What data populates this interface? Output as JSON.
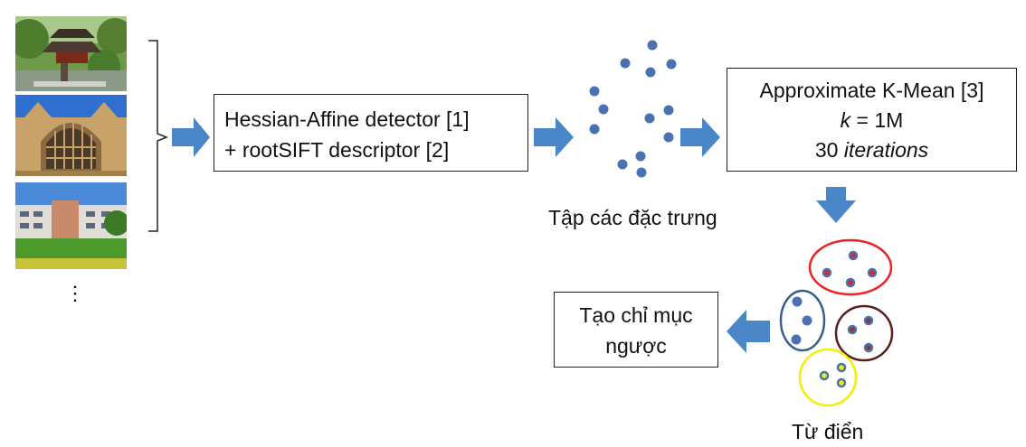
{
  "colors": {
    "arrow": "#4a86c8",
    "dot": "#4a72b2",
    "cluster_red": "#ee2222",
    "cluster_blue": "#3a5f8c",
    "cluster_brown": "#5a1c1c",
    "cluster_yellow": "#f0f000",
    "dot_red": "#d42a2a",
    "dot_yellow": "#f0f000"
  },
  "images": [
    "pagoda-photo",
    "cathedral-window-photo",
    "campus-building-photo"
  ],
  "ellipsis": "⋮",
  "detector": {
    "line1": "Hessian-Affine detector [1]",
    "line2": "+ rootSIFT descriptor [2]"
  },
  "features_label": "Tập các đặc trưng",
  "kmeans": {
    "line1": "Approximate  K-Mean [3]",
    "k_var": "k",
    "k_value": " = 1M",
    "iter_num": "30 ",
    "iter_word": "iterations"
  },
  "dictionary_label": "Từ điển",
  "index": {
    "line1": "Tạo chỉ mục",
    "line2": "ngược"
  }
}
